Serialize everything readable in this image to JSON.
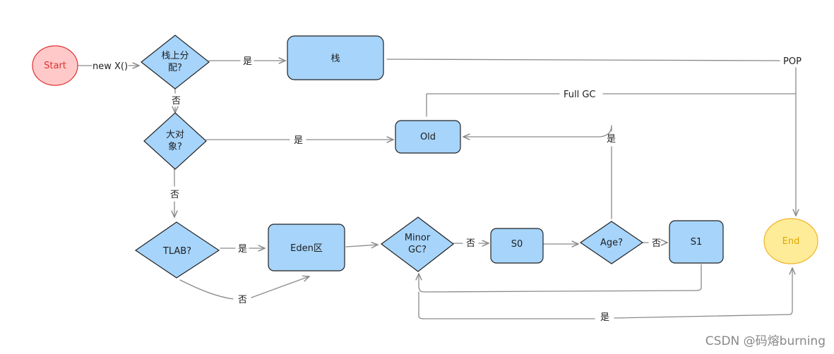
{
  "nodes": {
    "start": "Start",
    "stack_q": [
      "栈上分",
      "配?"
    ],
    "stack": "栈",
    "big_q": [
      "大对",
      "象?"
    ],
    "old": "Old",
    "tlab_q": "TLAB?",
    "eden": "Eden区",
    "minor_q": [
      "Minor",
      "GC?"
    ],
    "s0": "S0",
    "age_q": "Age?",
    "s1": "S1",
    "end": "End"
  },
  "edges": {
    "new_x": "new X()",
    "yes": "是",
    "no": "否",
    "pop": "POP",
    "full_gc": "Full GC"
  },
  "watermark": "CSDN @码熔burning",
  "colors": {
    "box_fill": "#a6d4fb",
    "start_fill": "#ffc9c9",
    "start_stroke": "#e03131",
    "end_fill": "#ffec99",
    "end_stroke": "#f0b429",
    "edge": "#8a8a8a"
  }
}
